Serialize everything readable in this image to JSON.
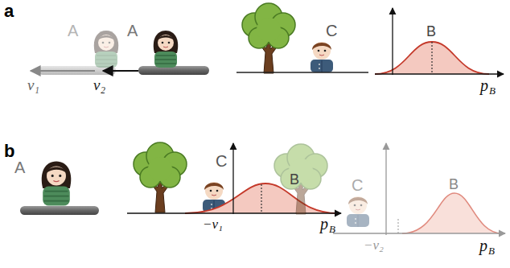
{
  "diagram": {
    "labels": [
      "a",
      "A",
      "A",
      "v₁",
      "v₂",
      "C",
      "B",
      "p",
      "B",
      "b",
      "A",
      "C",
      "−v₁",
      "B",
      "p",
      "B",
      "C",
      "−v₂",
      "B",
      "p",
      "B"
    ]
  }
}
